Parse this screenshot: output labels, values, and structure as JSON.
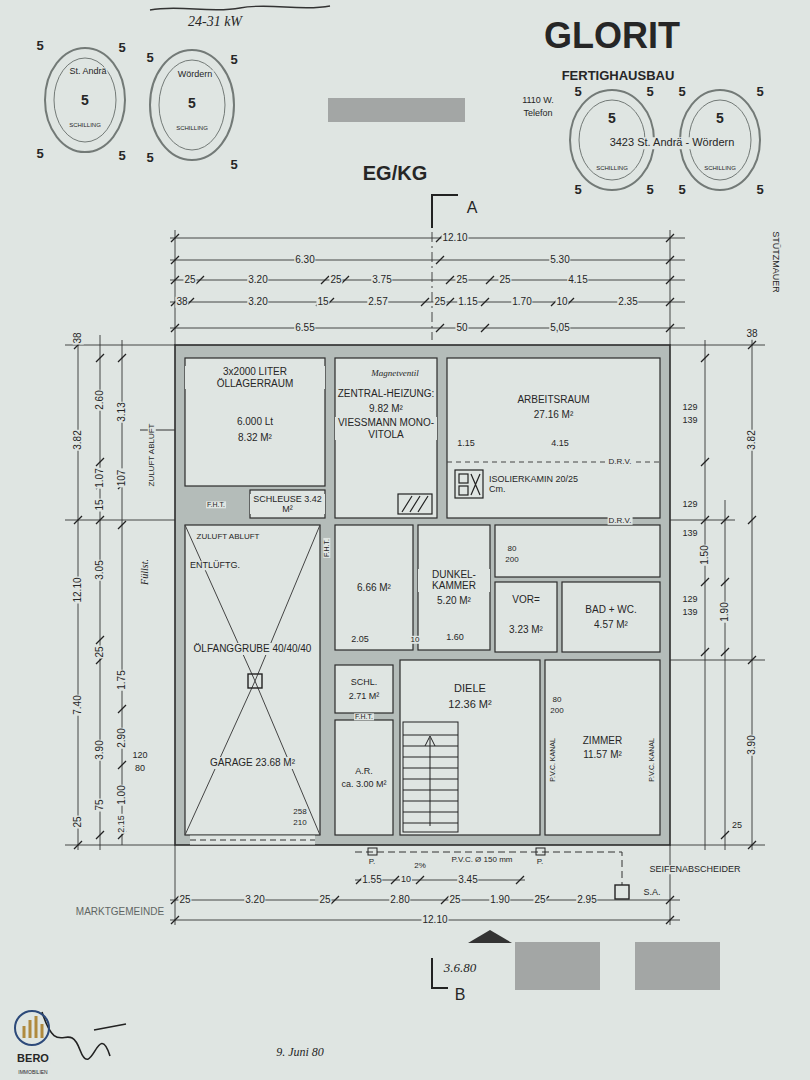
{
  "diagram": {
    "title": "EG/KG",
    "nodes": [
      {
        "text": [
          "3x2000 LITER ÖLLAGERRAUM",
          "6.000 Lt",
          "8.32 M²"
        ]
      },
      {
        "text": [
          "ZENTRAL-HEIZUNG:",
          "9.82 M²",
          "VIESSMANN MONO-VITOLA"
        ]
      },
      {
        "text": [
          "ARBEITSRAUM",
          "27.16 M²"
        ]
      },
      {
        "text": [
          "SCHLEUSE 3.42 M²"
        ]
      },
      {
        "text": [
          "ISOLIERKAMIN 20/25 Cm."
        ],
        "in": 2
      },
      {
        "text": [
          "ÖLFANGGRUBE 40/40/40",
          "GARAGE 23.68 M²"
        ]
      },
      {
        "text": [
          "6.66 M²"
        ]
      },
      {
        "text": [
          "DUNKEL-KAMMER",
          "5.20 M²"
        ]
      },
      {
        "text": [
          "VOR=",
          "3.23 M²"
        ]
      },
      {
        "text": [
          "BAD + WC.",
          "4.57 M²"
        ]
      },
      {
        "text": [
          "SCHL.",
          "2.71 M²"
        ]
      },
      {
        "text": [
          "DIELE",
          "12.36 M²"
        ]
      },
      {
        "text": [
          "ZIMMER",
          "11.57 M²"
        ]
      },
      {
        "text": [
          "A.R.",
          "ca. 3.00 M²"
        ]
      }
    ],
    "labels": [
      "24-31 kW",
      "GLORIT",
      "FERTIGHAUSBAU",
      "1110 W.",
      "Telefon",
      "3423 St. Andrä - Wördern",
      "St. Andrä",
      "Wördern",
      "5",
      "SCHILLING",
      "5",
      "SCHILLING",
      "5",
      "SCHILLING",
      "5",
      "SCHILLING",
      "5",
      "5",
      "5",
      "5",
      "5",
      "5",
      "5",
      "5",
      "5",
      "5",
      "5",
      "5",
      "5",
      "5",
      "5",
      "5",
      "A",
      "12.10",
      "6.30",
      "5.30",
      "25",
      "3.20",
      "25",
      "3.75",
      "25",
      "25",
      "4.15",
      "38",
      "3.20",
      "15",
      "2.57",
      "25",
      "1.15",
      "1.70",
      "10",
      "2.35",
      "6.55",
      "50",
      "5,05",
      "38",
      "3.82",
      "2.60",
      "3.13",
      "1.07",
      "107",
      "15",
      "12.10",
      "3.05",
      "7.40",
      "25",
      "3.90",
      "2.90",
      "1.75",
      "120",
      "80",
      "1.00",
      "25",
      "75",
      "2.15",
      "STÜTZMAUER",
      "38",
      "3.82",
      "129",
      "139",
      "129",
      "139",
      "1.50",
      "1.90",
      "129",
      "139",
      "3.90",
      "25",
      "1.55",
      "10",
      "3.45",
      "25",
      "3.20",
      "25",
      "2.80",
      "25",
      "1.90",
      "25",
      "2.95",
      "12.10",
      "3.6.80",
      "B",
      "Magnetventil",
      "ZULUFT ABLUFT",
      "ZULUFT ABLUFT",
      "ENTLÜFTG.",
      "Füllst.",
      "F.H.T.",
      "F.H.T.",
      "F.H.T.",
      "80",
      "200",
      "80",
      "200",
      "D.R.V.",
      "D.R.V.",
      "1.15",
      "4.15",
      "2.05",
      "10",
      "1.60",
      "258",
      "210",
      "P.V.C. Ø 150 mm",
      "2%",
      "P.",
      "P.",
      "SEIFENABSCHEIDER",
      "S.A.",
      "P.V.C. KANAL",
      "P.V.C. KANAL",
      "MARKTGEMEINDE",
      "9. Juni 80",
      "BERO",
      "IMMOBILIEN"
    ]
  }
}
